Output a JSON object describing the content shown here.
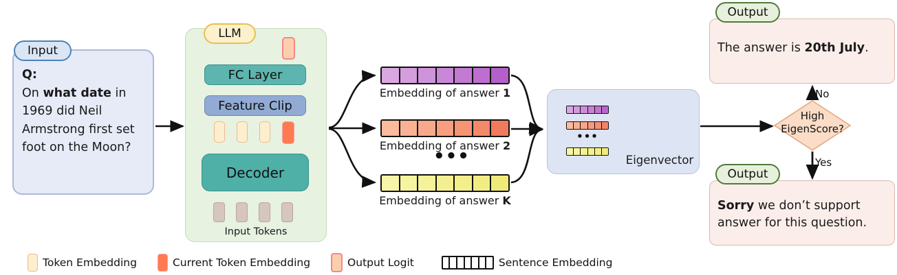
{
  "input": {
    "badge": "Input",
    "q_label": "Q:",
    "question_line1_a": "On ",
    "question_line1_b": "what date",
    "question_line1_c": " in",
    "question_rest": "1969 did Neil Armstrong first set foot on the Moon?"
  },
  "llm": {
    "badge": "LLM",
    "fc_layer": "FC Layer",
    "feature_clip": "Feature Clip",
    "decoder": "Decoder",
    "input_tokens": "Input Tokens"
  },
  "embeddings": {
    "dots": "•••",
    "rows": [
      {
        "label_prefix": "Embedding of answer ",
        "label_index": "1",
        "cells": 7,
        "colors": [
          "#d9a8e0",
          "#d49ddd",
          "#cf93db",
          "#c987d7",
          "#c37ad3",
          "#bd6ecf",
          "#b55fc9"
        ]
      },
      {
        "label_prefix": "Embedding of answer ",
        "label_index": "2",
        "cells": 7,
        "colors": [
          "#fbbb9c",
          "#fab294",
          "#f9a98b",
          "#f89f80",
          "#f69474",
          "#f4896a",
          "#f07b5c"
        ]
      },
      {
        "label_prefix": "Embedding of answer ",
        "label_index": "K",
        "cells": 7,
        "colors": [
          "#f7f5a8",
          "#f6f4a1",
          "#f5f299",
          "#f4f092",
          "#f3ef8b",
          "#f2ed83",
          "#f0eb79"
        ]
      }
    ]
  },
  "eigen": {
    "label": "Eigenvector",
    "dots": "•••",
    "matrix_rows": [
      {
        "cells": 6,
        "colors": [
          "#d9a8e0",
          "#d39bdc",
          "#cd8ed8",
          "#c781d4",
          "#c174d0",
          "#b866cb"
        ]
      },
      {
        "cells": 6,
        "colors": [
          "#fbbb9c",
          "#fab093",
          "#f8a589",
          "#f69a7e",
          "#f49073",
          "#f28568"
        ]
      },
      {
        "cells": 6,
        "colors": [
          "#f7f5a8",
          "#f6f49f",
          "#f5f296",
          "#f4f08e",
          "#f3ef86",
          "#f1ed7d"
        ]
      }
    ]
  },
  "decision": {
    "line1": "High",
    "line2": "EigenScore?",
    "branch_no": "No",
    "branch_yes": "Yes",
    "fill": "#fadcc7",
    "stroke": "#e3a97e"
  },
  "outputs": {
    "top": {
      "badge": "Output",
      "text_a": "The answer is ",
      "text_b": "20th July",
      "text_c": "."
    },
    "bottom": {
      "badge": "Output",
      "text_a": "Sorry",
      "text_b": " we don’t support answer for this question."
    }
  },
  "legend": [
    {
      "name": "Token Embedding",
      "swatch": "token-embedding-swatch"
    },
    {
      "name": "Current Token Embedding",
      "swatch": "current-token-embedding-swatch"
    },
    {
      "name": "Output Logit",
      "swatch": "output-logit-swatch"
    },
    {
      "name": "Sentence Embedding",
      "swatch": "sentence-embedding-swatch"
    }
  ]
}
